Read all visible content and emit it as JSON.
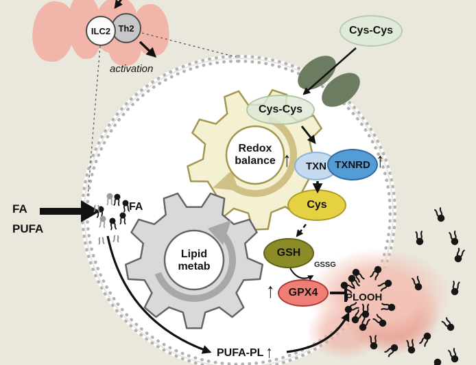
{
  "cells": {
    "ilc2": "ILC2",
    "th2": "Th2",
    "activation": "activation"
  },
  "nodes": {
    "cystine_out": "Cys-Cys",
    "cystine_in": "Cys-Cys",
    "txn": "TXN",
    "txnrd": "TXNRD",
    "cys": "Cys",
    "gsh": "GSH",
    "gssg": "GSSG",
    "gpx4": "GPX4",
    "plooh": "PLOOH",
    "pufa_pl": "PUFA-PL"
  },
  "gears": {
    "redox": {
      "line1": "Redox",
      "line2": "balance"
    },
    "lipid": {
      "line1": "Lipid",
      "line2": "metab"
    }
  },
  "inputs": {
    "fa": "FA",
    "pufa": "PUFA",
    "fa_internal": "FA"
  },
  "symbols": {
    "up_arrow": "↑"
  },
  "colors": {
    "background": "#eae7dd",
    "cell_fill": "#ffffff",
    "membrane_gray": "#b2b2b2",
    "lung_pink": "#f1b5a9",
    "damage_pink": "#e79687",
    "redox_gear_fill": "#f4f1d2",
    "redox_gear_border": "#a2954d",
    "redox_arrow_tan": "#cfc085",
    "lipid_gear_fill": "#d9d9d9",
    "lipid_gear_border": "#636363",
    "lipid_arrow_gray": "#a8a8a8",
    "cystine_green": "#e0ead9",
    "cystine_border": "#b6cbab",
    "transporter_green": "#6d7c61",
    "txn_blue": "#c4daee",
    "txnrd_blue": "#549cd6",
    "cys_yellow": "#e6d142",
    "gsh_olive": "#8c8c26",
    "gpx4_red": "#ee7e76",
    "molecule_black": "#161616",
    "molecule_gray": "#9b9b9b"
  },
  "molecules": {
    "plooh_ring": [
      [
        519,
        397,
        -35
      ],
      [
        551,
        393,
        30
      ],
      [
        566,
        413,
        60
      ],
      [
        571,
        448,
        95
      ],
      [
        558,
        471,
        130
      ],
      [
        545,
        504,
        175
      ],
      [
        529,
        477,
        205
      ],
      [
        518,
        466,
        215
      ],
      [
        508,
        451,
        245
      ],
      [
        502,
        416,
        300
      ],
      [
        513,
        406,
        330
      ],
      [
        533,
        458,
        180
      ]
    ],
    "scattered": [
      [
        643,
        318,
        160
      ],
      [
        612,
        352,
        175
      ],
      [
        663,
        352,
        165
      ],
      [
        668,
        377,
        200
      ],
      [
        610,
        418,
        160
      ],
      [
        663,
        425,
        190
      ],
      [
        657,
        477,
        140
      ],
      [
        623,
        490,
        30
      ],
      [
        600,
        510,
        170
      ],
      [
        663,
        523,
        160
      ],
      [
        575,
        507,
        50
      ],
      [
        638,
        528,
        15
      ]
    ],
    "fa_black": [
      [
        171,
        287,
        5
      ],
      [
        183,
        296,
        -8
      ],
      [
        147,
        305,
        8
      ],
      [
        179,
        314,
        0
      ],
      [
        164,
        322,
        -8
      ]
    ],
    "fa_gray": [
      [
        160,
        286,
        0
      ],
      [
        150,
        319,
        6
      ]
    ],
    "fa_tails": [
      [
        141,
        296,
        0
      ],
      [
        170,
        340,
        5
      ],
      [
        147,
        343,
        -5
      ]
    ]
  }
}
